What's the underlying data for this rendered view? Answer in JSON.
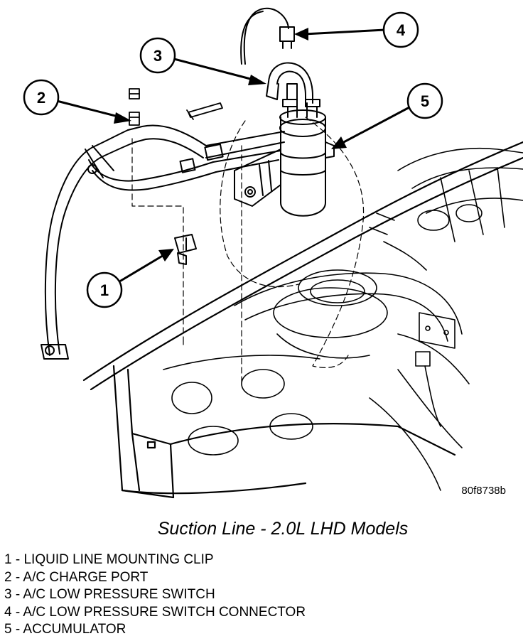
{
  "caption": "Suction Line - 2.0L LHD Models",
  "figure_code": "80f8738b",
  "callouts": [
    {
      "number": "1",
      "label": "LIQUID LINE MOUNTING CLIP"
    },
    {
      "number": "2",
      "label": "A/C CHARGE PORT"
    },
    {
      "number": "3",
      "label": "A/C LOW PRESSURE SWITCH"
    },
    {
      "number": "4",
      "label": "A/C LOW PRESSURE SWITCH CONNECTOR"
    },
    {
      "number": "5",
      "label": "ACCUMULATOR"
    }
  ]
}
